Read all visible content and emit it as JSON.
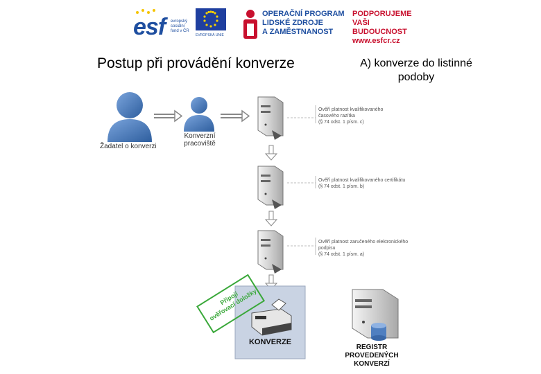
{
  "banner": {
    "esf_letters": "esf",
    "esf_sub": [
      "evropský",
      "sociální",
      "fond v ČR"
    ],
    "eu_caption": "EVROPSKÁ UNIE",
    "op_lines": [
      "OPERAČNÍ PROGRAM",
      "LIDSKÉ ZDROJE",
      "A ZAMĚSTNANOST"
    ],
    "pb_lines": [
      "PODPORUJEME",
      "VAŠI BUDOUCNOST",
      "www.esfcr.cz"
    ]
  },
  "slide": {
    "title": "Postup při provádění konverze",
    "subtitle_line1": "A) konverze do listinné",
    "subtitle_line2": "podoby"
  },
  "diagram": {
    "applicant_label": "Žadatel o konverzi",
    "workplace_label_1": "Konverzní",
    "workplace_label_2": "pracoviště",
    "note1_line1": "Ověří platnost kvalifikovaného",
    "note1_line2": "časového razítka",
    "note1_line3": "(§ 74 odst. 1 písm. c)",
    "note2_line1": "Ověří platnost kvalifikovaného certifikátu",
    "note2_line2": "(§ 74 odst. 1 písm. b)",
    "note3_line1": "Ověří platnost zaručeného elektronického",
    "note3_line2": "podpisu",
    "note3_line3": "(§ 74 odst. 1 písm. a)",
    "stamp_line1": "Připojí",
    "stamp_line2": "ověřovací doložky",
    "conversion_label": "KONVERZE",
    "registry_line1": "REGISTR",
    "registry_line2": "PROVEDENÝCH",
    "registry_line3": "KONVERZÍ"
  },
  "colors": {
    "brand_blue": "#1f4fa0",
    "brand_red": "#c8102e",
    "person_blue": "#4f7fc0",
    "stamp_green": "#3aa83a",
    "conversion_box": "#c9d3e3"
  }
}
